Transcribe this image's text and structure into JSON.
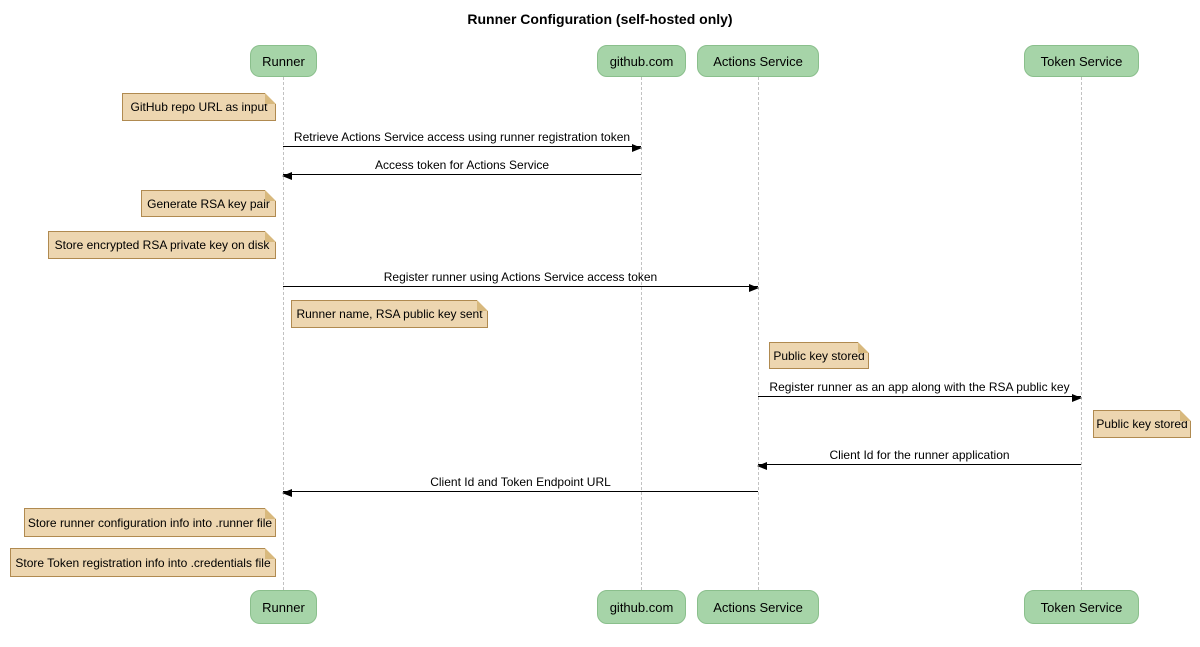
{
  "title": "Runner Configuration (self-hosted only)",
  "colors": {
    "background": "#ffffff",
    "actor_fill": "#a6d4a8",
    "actor_border": "#8abf8c",
    "note_fill": "#edd6b0",
    "note_border": "#b08a50",
    "lifeline": "#c2c2c2",
    "arrow": "#000000",
    "text": "#000000"
  },
  "actors": [
    {
      "label": "Runner"
    },
    {
      "label": "github.com"
    },
    {
      "label": "Actions Service"
    },
    {
      "label": "Token Service"
    }
  ],
  "messages": [
    {
      "text": "Retrieve Actions Service access using runner registration token",
      "from": "Runner",
      "to": "github.com",
      "direction": "right"
    },
    {
      "text": "Access token for Actions Service",
      "from": "github.com",
      "to": "Runner",
      "direction": "left"
    },
    {
      "text": "Register runner using Actions Service access token",
      "from": "Runner",
      "to": "Actions Service",
      "direction": "right"
    },
    {
      "text": "Register runner as an app along with the RSA public key",
      "from": "Actions Service",
      "to": "Token Service",
      "direction": "right"
    },
    {
      "text": "Client Id for the runner application",
      "from": "Token Service",
      "to": "Actions Service",
      "direction": "left"
    },
    {
      "text": "Client Id and Token Endpoint URL",
      "from": "Actions Service",
      "to": "Runner",
      "direction": "left"
    }
  ],
  "notes": [
    {
      "text": "GitHub repo URL as input",
      "placement": "left of Runner"
    },
    {
      "text": "Generate RSA key pair",
      "placement": "left of Runner"
    },
    {
      "text": "Store encrypted RSA private key on disk",
      "placement": "left of Runner"
    },
    {
      "text": "Runner name, RSA public key sent",
      "placement": "right of Runner"
    },
    {
      "text": "Public key stored",
      "placement": "right of Actions Service"
    },
    {
      "text": "Public key stored",
      "placement": "right of Token Service"
    },
    {
      "text": "Store runner configuration info into .runner file",
      "placement": "left of Runner"
    },
    {
      "text": "Store Token registration info into .credentials file",
      "placement": "left of Runner"
    }
  ]
}
